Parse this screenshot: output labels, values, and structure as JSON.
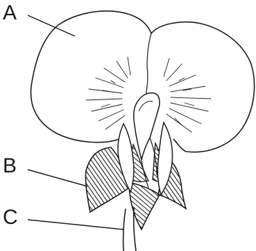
{
  "labels": {
    "a": "A",
    "b": "B",
    "c": "C"
  },
  "colors": {
    "ink": "#1a1a1a",
    "paper": "#ffffff"
  }
}
